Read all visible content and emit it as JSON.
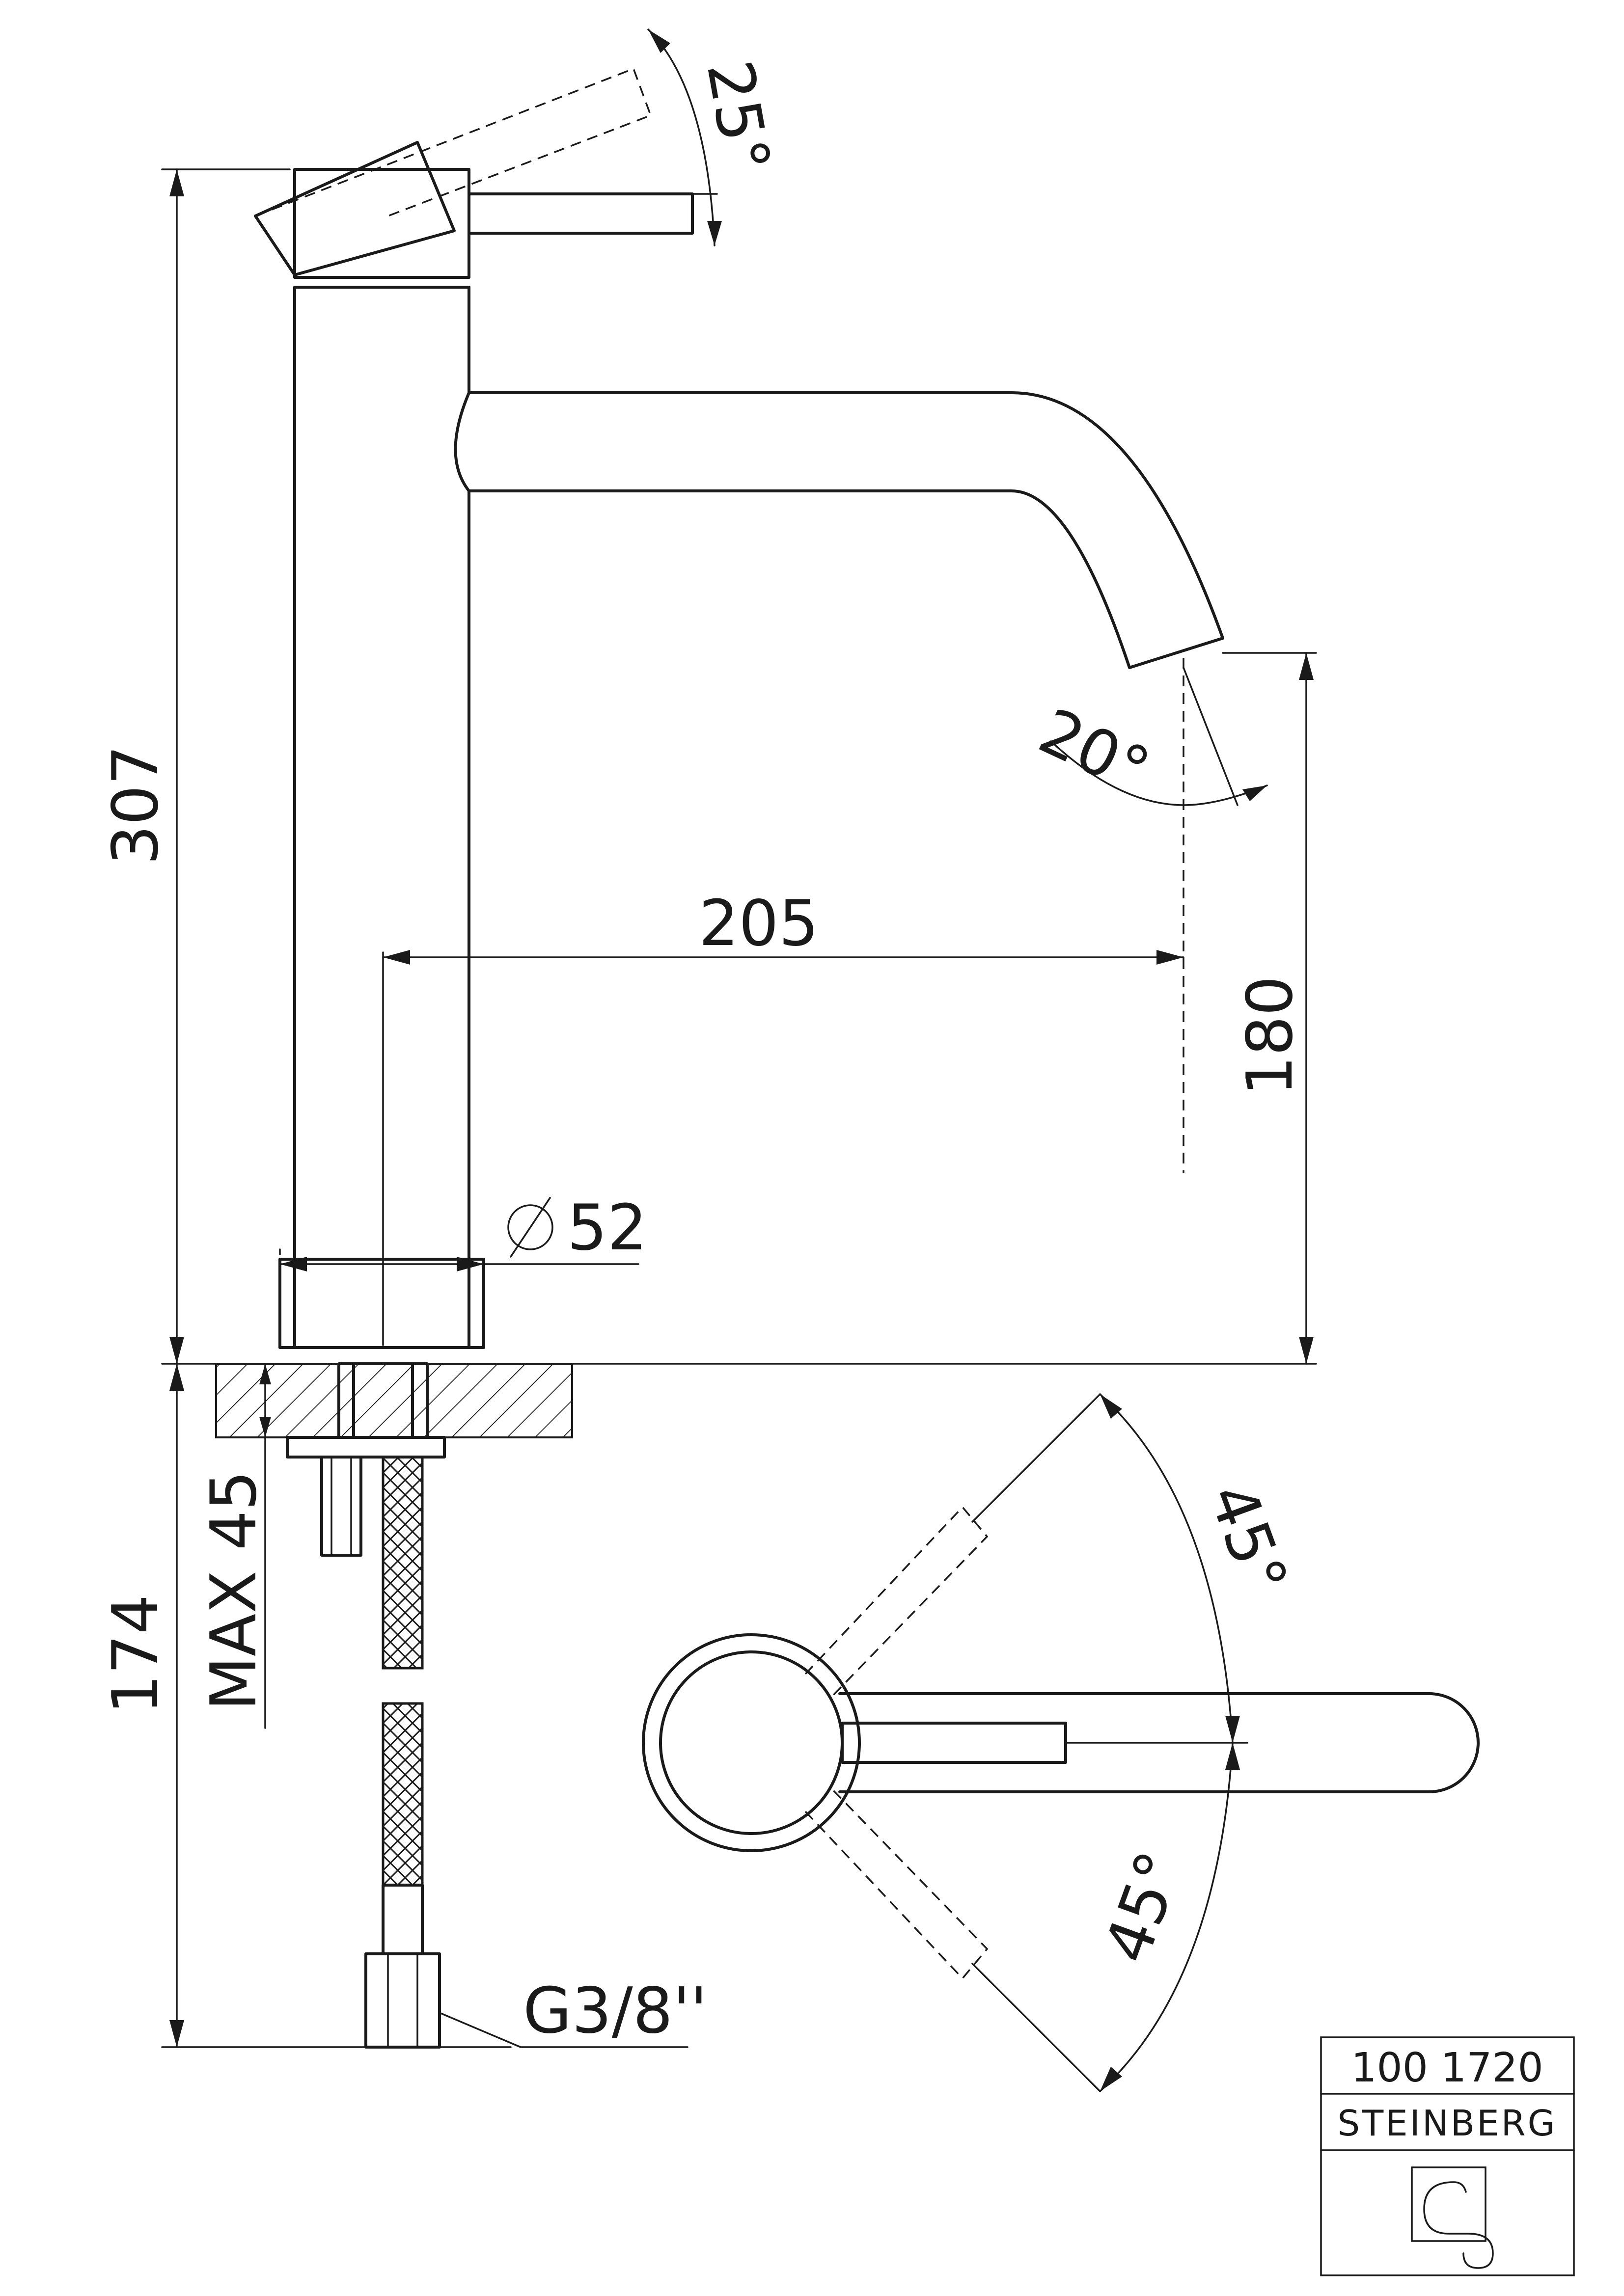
{
  "dimensions": {
    "angle_handle_lift": "25°",
    "total_height": "307",
    "spout_angle": "20°",
    "spout_reach": "205",
    "spout_height": "180",
    "body_diameter": "52",
    "mounting_max": "MAX 45",
    "hose_length": "174",
    "connection_thread": "G3/8''",
    "handle_rotation_left": "45°",
    "handle_rotation_right": "45°"
  },
  "title_block": {
    "article_number": "100 1720",
    "brand": "STEINBERG",
    "logo_icon": "steinberg-logo-icon"
  }
}
